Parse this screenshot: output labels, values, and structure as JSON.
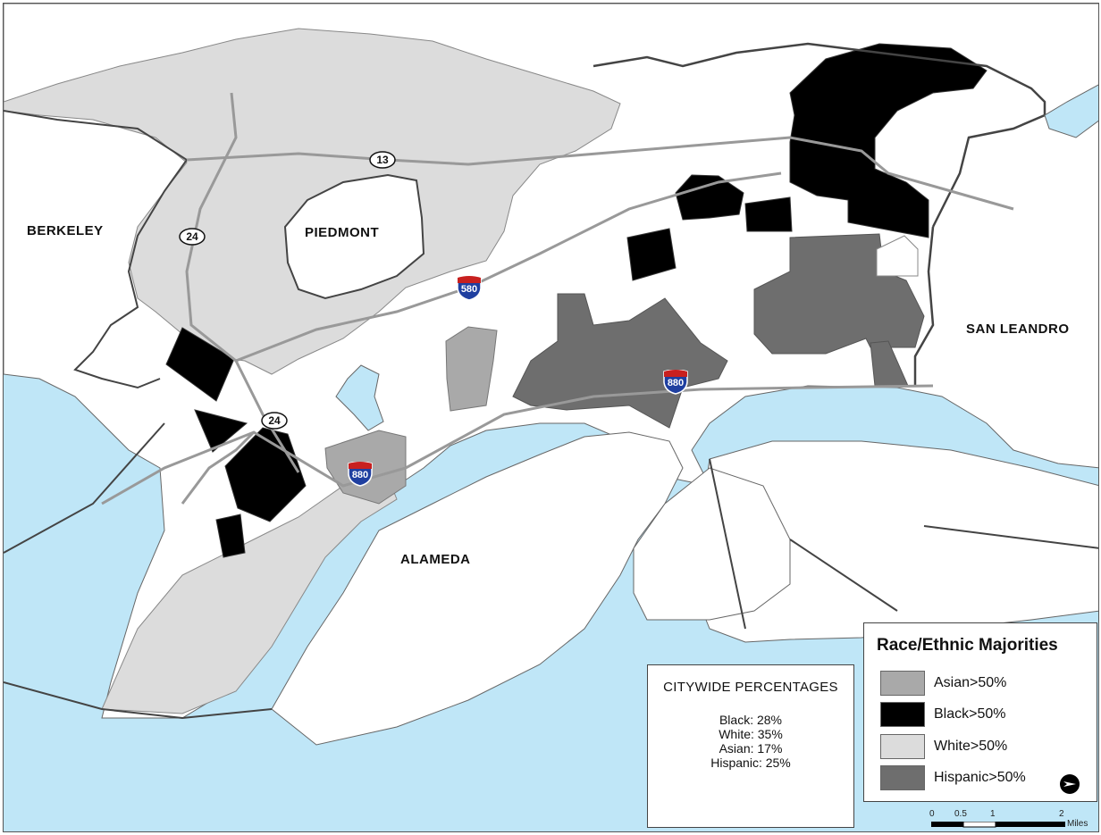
{
  "map": {
    "place_labels": {
      "berkeley": "BERKELEY",
      "piedmont": "PIEDMONT",
      "san_leandro": "SAN LEANDRO",
      "alameda": "ALAMEDA"
    },
    "highway_shields": {
      "i580": "580",
      "i880_east": "880",
      "i880_west": "880",
      "sr13": "13",
      "sr24_north": "24",
      "sr24_south": "24"
    },
    "colors": {
      "water": "#bfe6f7",
      "land": "#ffffff",
      "asian": "#a9a9a9",
      "black": "#000000",
      "white_majority": "#dcdcdc",
      "hispanic": "#6e6e6e"
    }
  },
  "citywide": {
    "title": "CITYWIDE PERCENTAGES",
    "rows": [
      "Black: 28%",
      "White: 35%",
      "Asian: 17%",
      "Hispanic: 25%"
    ]
  },
  "legend": {
    "title": "Race/Ethnic Majorities",
    "items": [
      {
        "label": "Asian>50%"
      },
      {
        "label": "Black>50%"
      },
      {
        "label": "White>50%"
      },
      {
        "label": "Hispanic>50%"
      }
    ]
  },
  "scale": {
    "ticks": [
      "0",
      "0.5",
      "1",
      "2"
    ],
    "units": "Miles"
  },
  "icons": {
    "north_arrow": "north-arrow-icon",
    "interstate": "interstate-shield-icon",
    "state_route": "state-route-shield-icon"
  }
}
